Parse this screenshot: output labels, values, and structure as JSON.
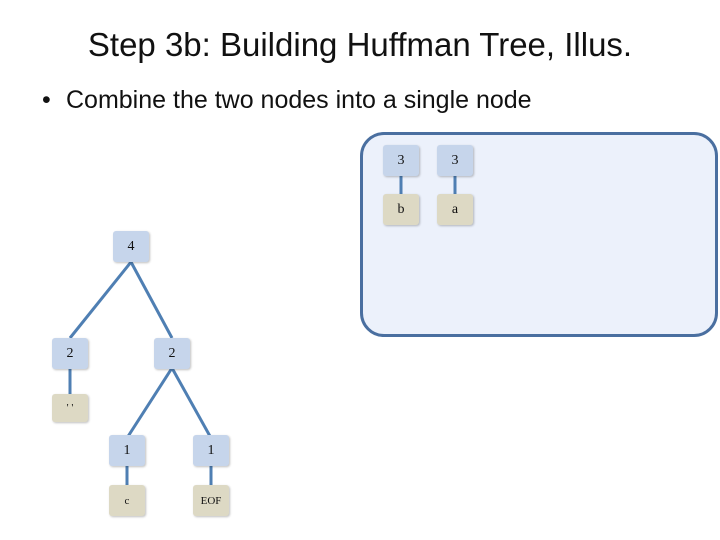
{
  "slide": {
    "title": "Step 3b: Building Huffman Tree, Illus.",
    "bullet": "Combine the two nodes into a single node",
    "bullet_marker": "•"
  },
  "queue": [
    {
      "count": "3",
      "symbol": "b"
    },
    {
      "count": "3",
      "symbol": "a"
    }
  ],
  "tree": {
    "root": "4",
    "left": {
      "count": "2",
      "symbol": "' '"
    },
    "right": {
      "count": "2",
      "left": {
        "count": "1",
        "symbol": "c"
      },
      "right": {
        "count": "1",
        "symbol": "EOF"
      }
    }
  },
  "colors": {
    "edge": "#4f7fb3",
    "count_node": "#c6d5eb",
    "symbol_node": "#ddd9c4",
    "panel_fill": "#ecf1fb",
    "panel_border": "#4a6fa0"
  }
}
